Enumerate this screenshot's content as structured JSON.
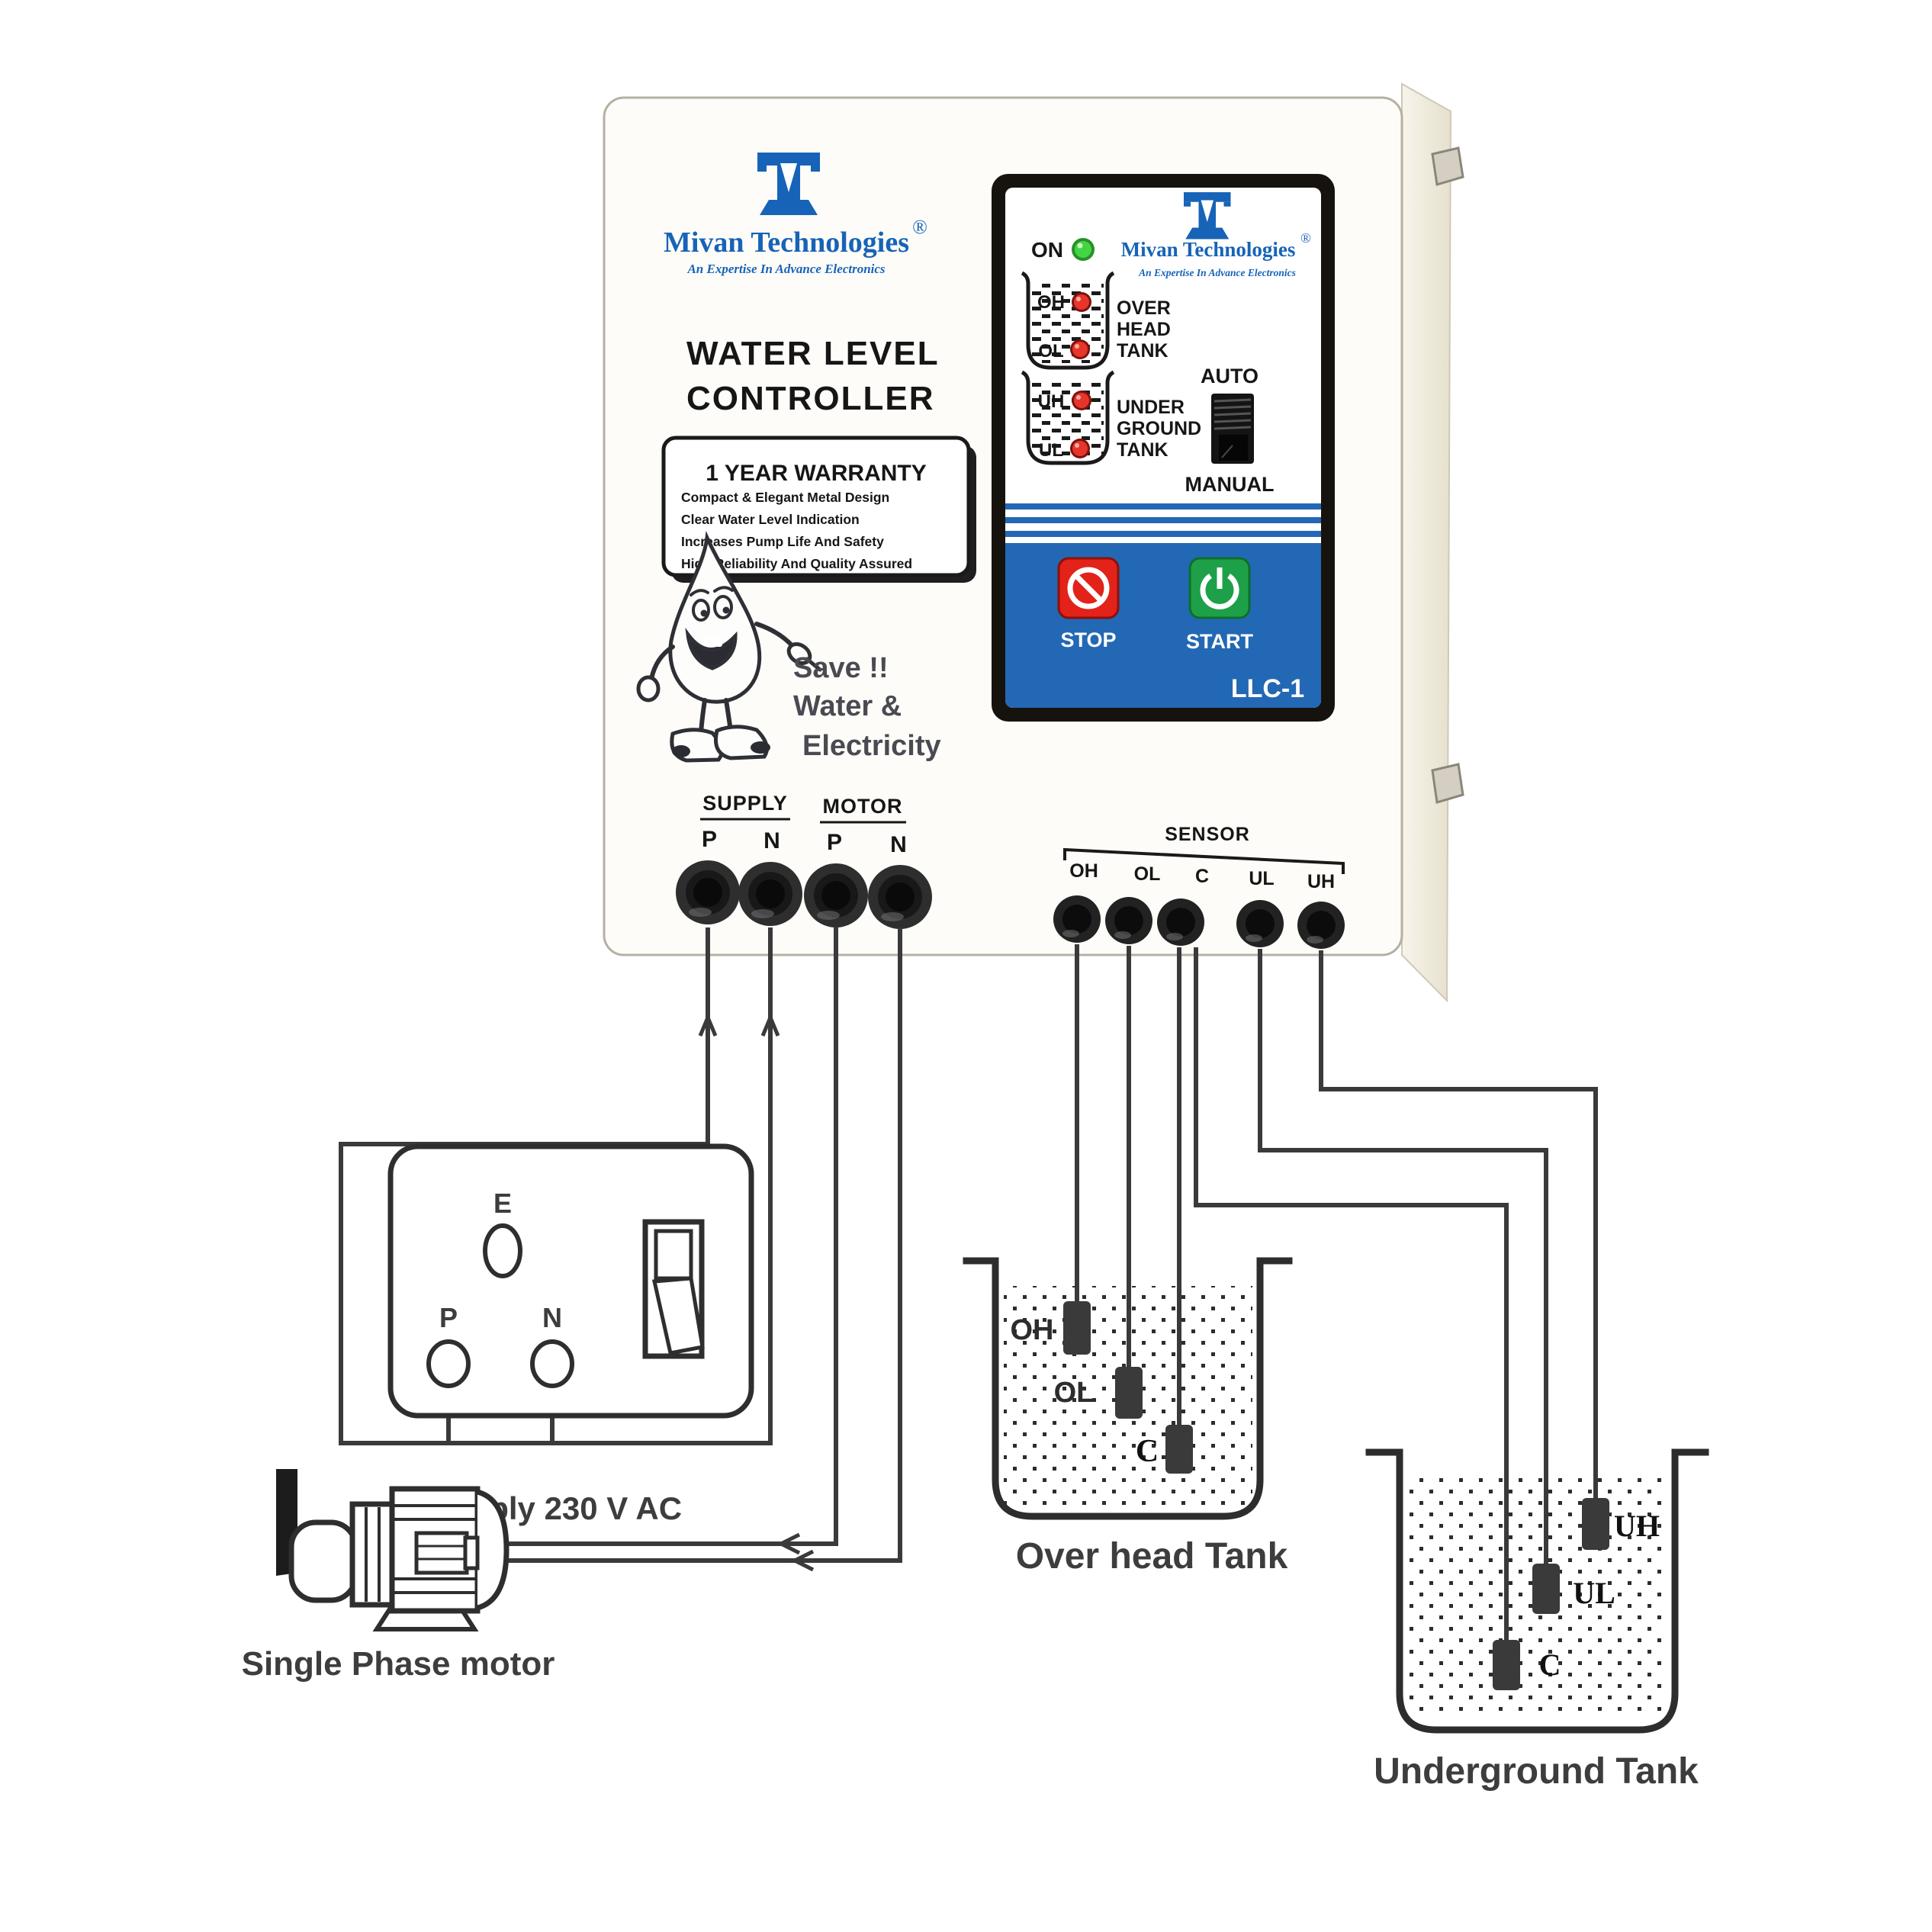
{
  "colors": {
    "brand_blue": "#1763b8",
    "panel_blue": "#2368b4",
    "led_red": "#e8352b",
    "led_green": "#44d544",
    "stop_red": "#e32219",
    "start_green": "#1ea048",
    "wire_gray": "#3a3a3a"
  },
  "box": {
    "brand": "Mivan Technologies",
    "registered_mark": "®",
    "tagline": "An Expertise In Advance Electronics",
    "title_line1": "WATER LEVEL",
    "title_line2": "CONTROLLER",
    "warranty": {
      "heading": "1 YEAR WARRANTY",
      "features": [
        "Compact & Elegant Metal Design",
        "Clear Water Level Indication",
        "Increases Pump Life And Safety",
        "High Reliability And Quality Assured"
      ]
    },
    "mascot_lines": [
      "Save !!",
      "Water &",
      "Electricity"
    ],
    "terminals": {
      "supply_label": "SUPPLY",
      "motor_label": "MOTOR",
      "supply_pins": [
        "P",
        "N"
      ],
      "motor_pins": [
        "P",
        "N"
      ],
      "sensor_label": "SENSOR",
      "sensor_pins": [
        "OH",
        "OL",
        "C",
        "UL",
        "UH"
      ]
    }
  },
  "panel": {
    "power_label": "ON",
    "brand": "Mivan Technologies",
    "registered_mark": "®",
    "tagline": "An Expertise In Advance Electronics",
    "overhead_indicator": {
      "led_labels": [
        "OH",
        "OL"
      ],
      "caption_lines": [
        "OVER",
        "HEAD",
        "TANK"
      ]
    },
    "underground_indicator": {
      "led_labels": [
        "UH",
        "UL"
      ],
      "caption_lines": [
        "UNDER",
        "GROUND",
        "TANK"
      ]
    },
    "switch": {
      "up_label": "AUTO",
      "down_label": "MANUAL"
    },
    "stop_label": "STOP",
    "start_label": "START",
    "model": "LLC-1"
  },
  "wiring": {
    "socket": {
      "earth": "E",
      "phase": "P",
      "neutral": "N",
      "caption": "Supply 230 V AC"
    },
    "motor_caption": "Single Phase motor",
    "overhead_tank": {
      "sensor_labels": [
        "OH",
        "OL",
        "C"
      ],
      "caption": "Over head Tank"
    },
    "underground_tank": {
      "sensor_labels": [
        "UH",
        "UL",
        "C"
      ],
      "caption": "Underground Tank"
    }
  }
}
